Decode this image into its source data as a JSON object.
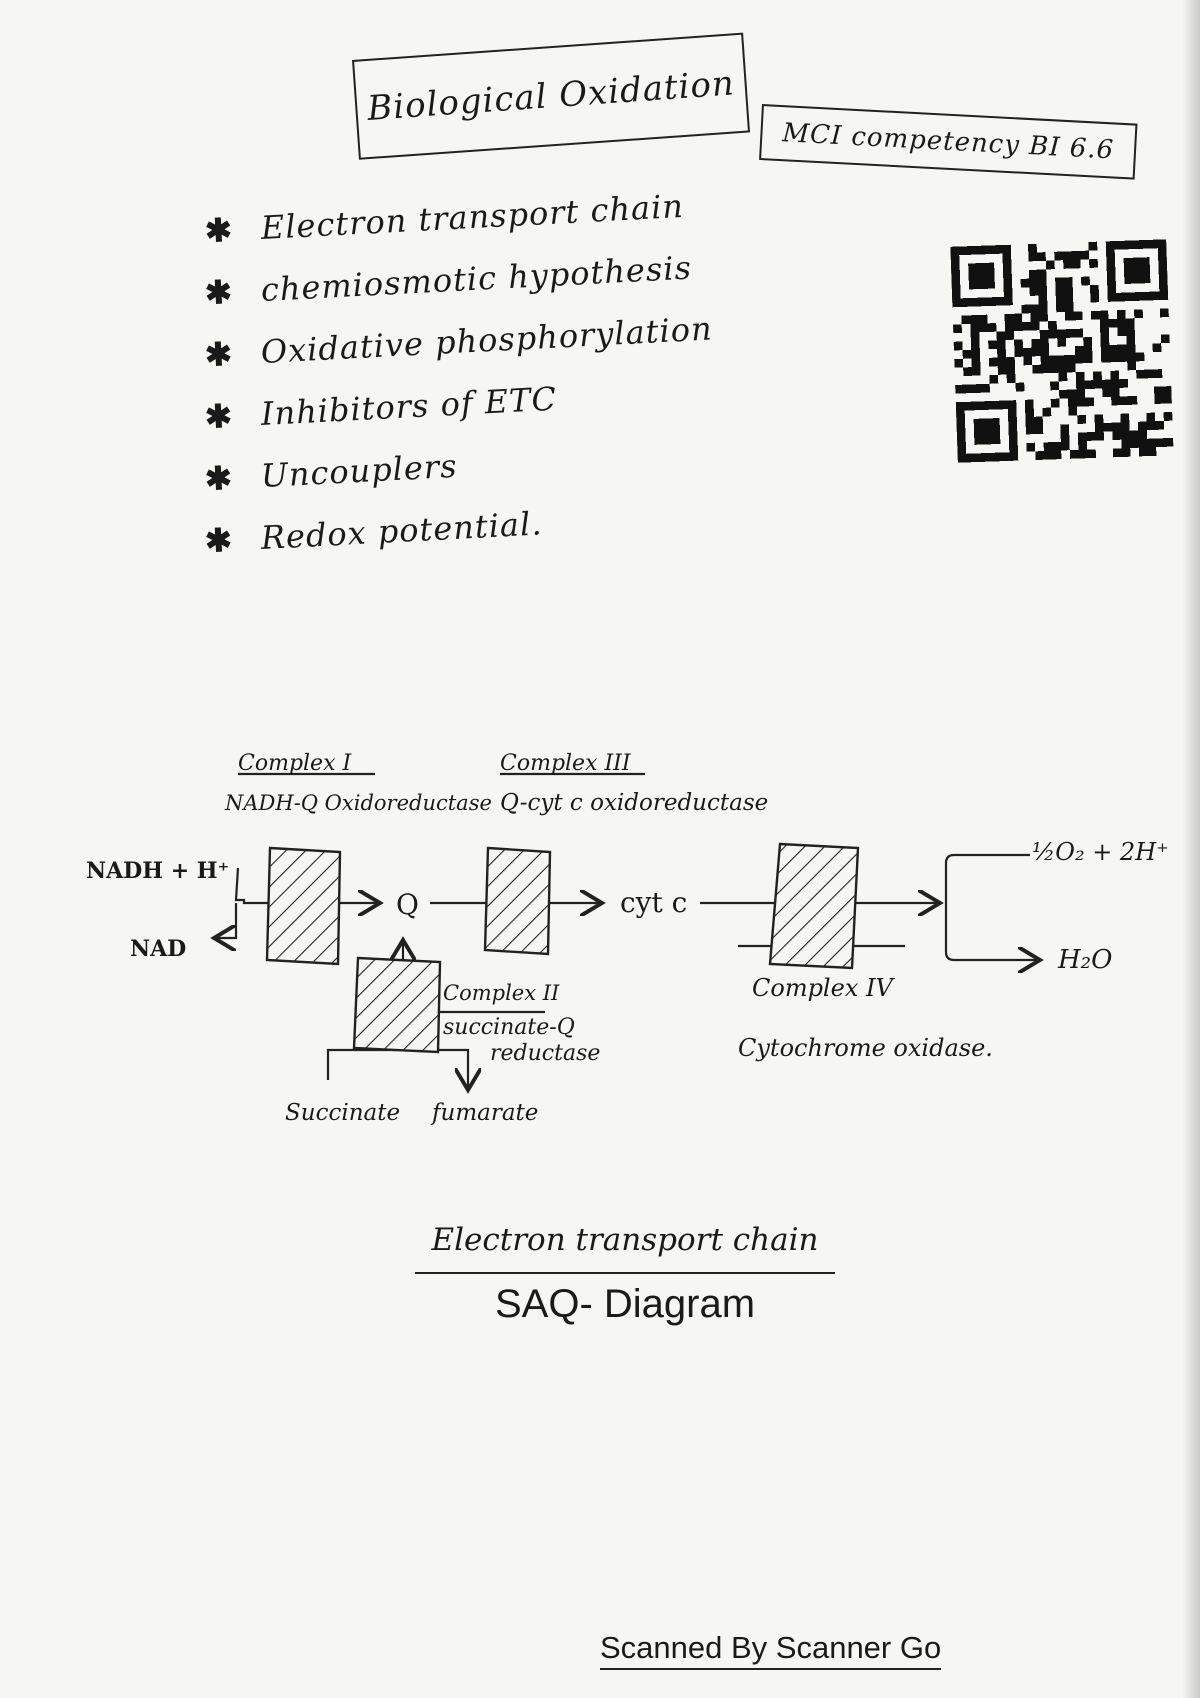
{
  "title": "Biological Oxidation",
  "competency": "MCI competency BI 6.6",
  "topic_bullet": "✱",
  "topics": [
    "Electron transport chain",
    "chemiosmotic hypothesis",
    "Oxidative phosphorylation",
    "Inhibitors of ETC",
    "Uncouplers",
    "Redox potential."
  ],
  "qr_icon": "qr-code",
  "diagram": {
    "nadh": "NADH + H⁺",
    "nad": "NAD",
    "q": "Q",
    "cytc": "cyt c",
    "o2": "½O₂ + 2H⁺",
    "h2o": "H₂O",
    "succinate": "Succinate",
    "fumarate": "fumarate",
    "complex1": {
      "name": "Complex I",
      "enzyme": "NADH-Q Oxidoreductase"
    },
    "complex2": {
      "name": "Complex II",
      "enzyme_line1": "succinate-Q",
      "enzyme_line2": "reductase"
    },
    "complex3": {
      "name": "Complex III",
      "enzyme": "Q-cyt c oxidoreductase"
    },
    "complex4": {
      "name": "Complex IV",
      "enzyme": "Cytochrome oxidase."
    }
  },
  "caption": "Electron transport chain",
  "caption_sub": "SAQ- Diagram",
  "footer": "Scanned By Scanner Go"
}
